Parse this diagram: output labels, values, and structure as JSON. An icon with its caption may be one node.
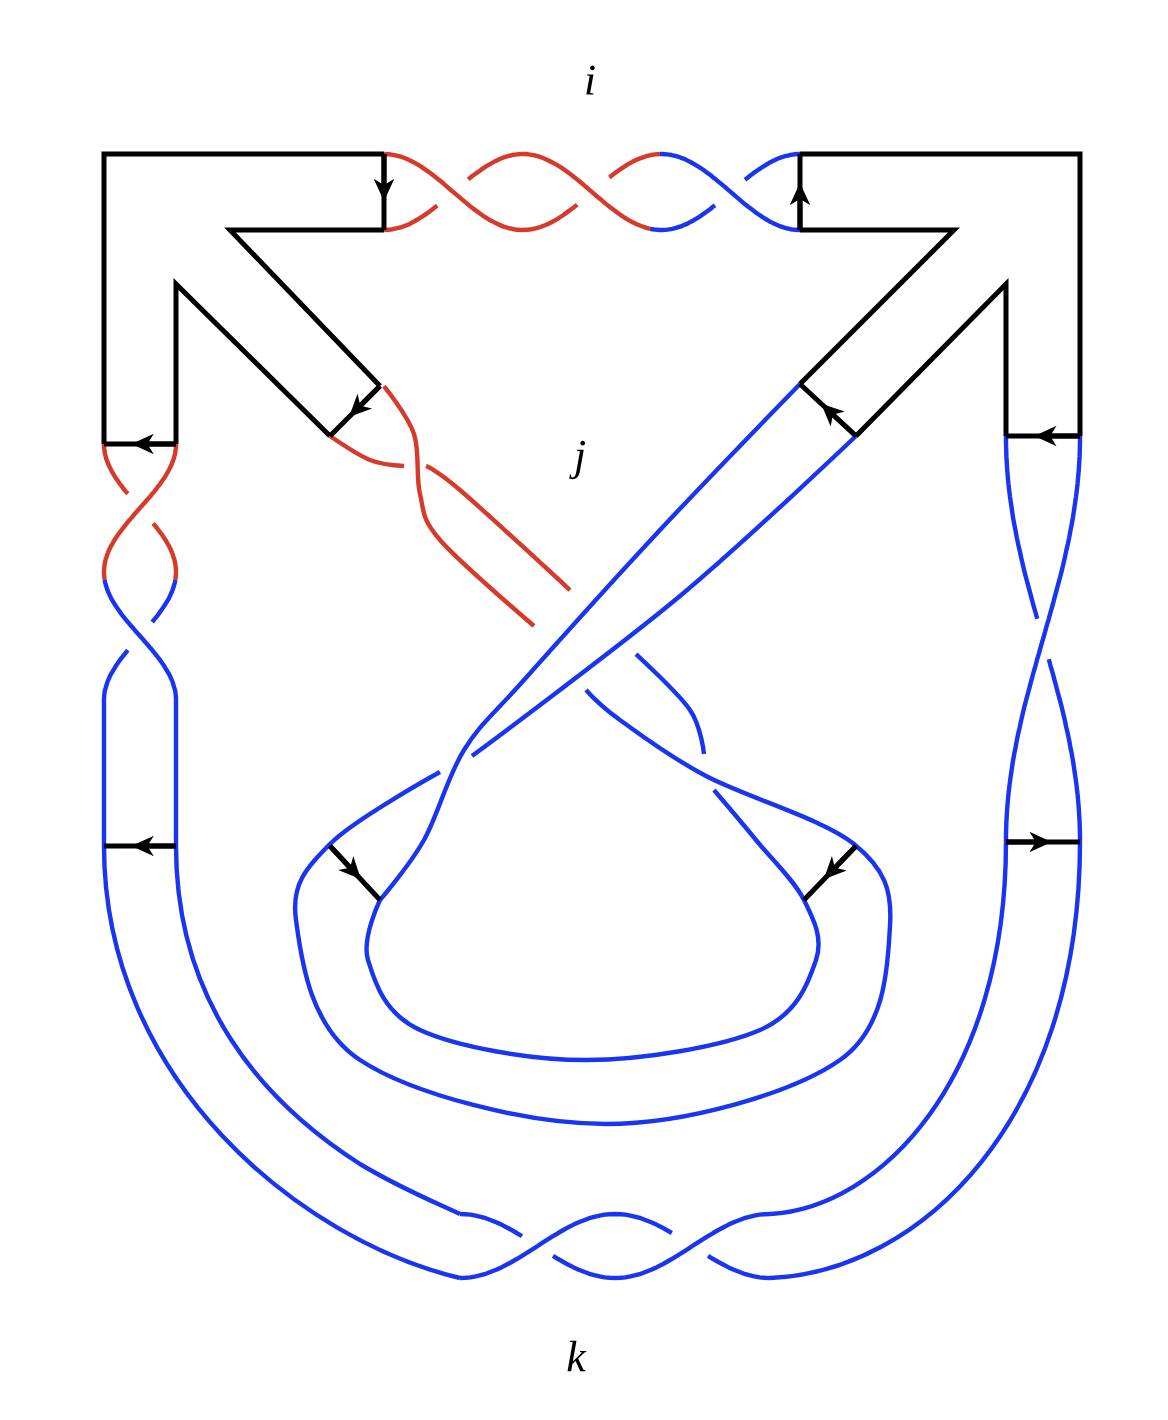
{
  "diagram": {
    "labels": [
      "i",
      "j",
      "k"
    ]
  }
}
